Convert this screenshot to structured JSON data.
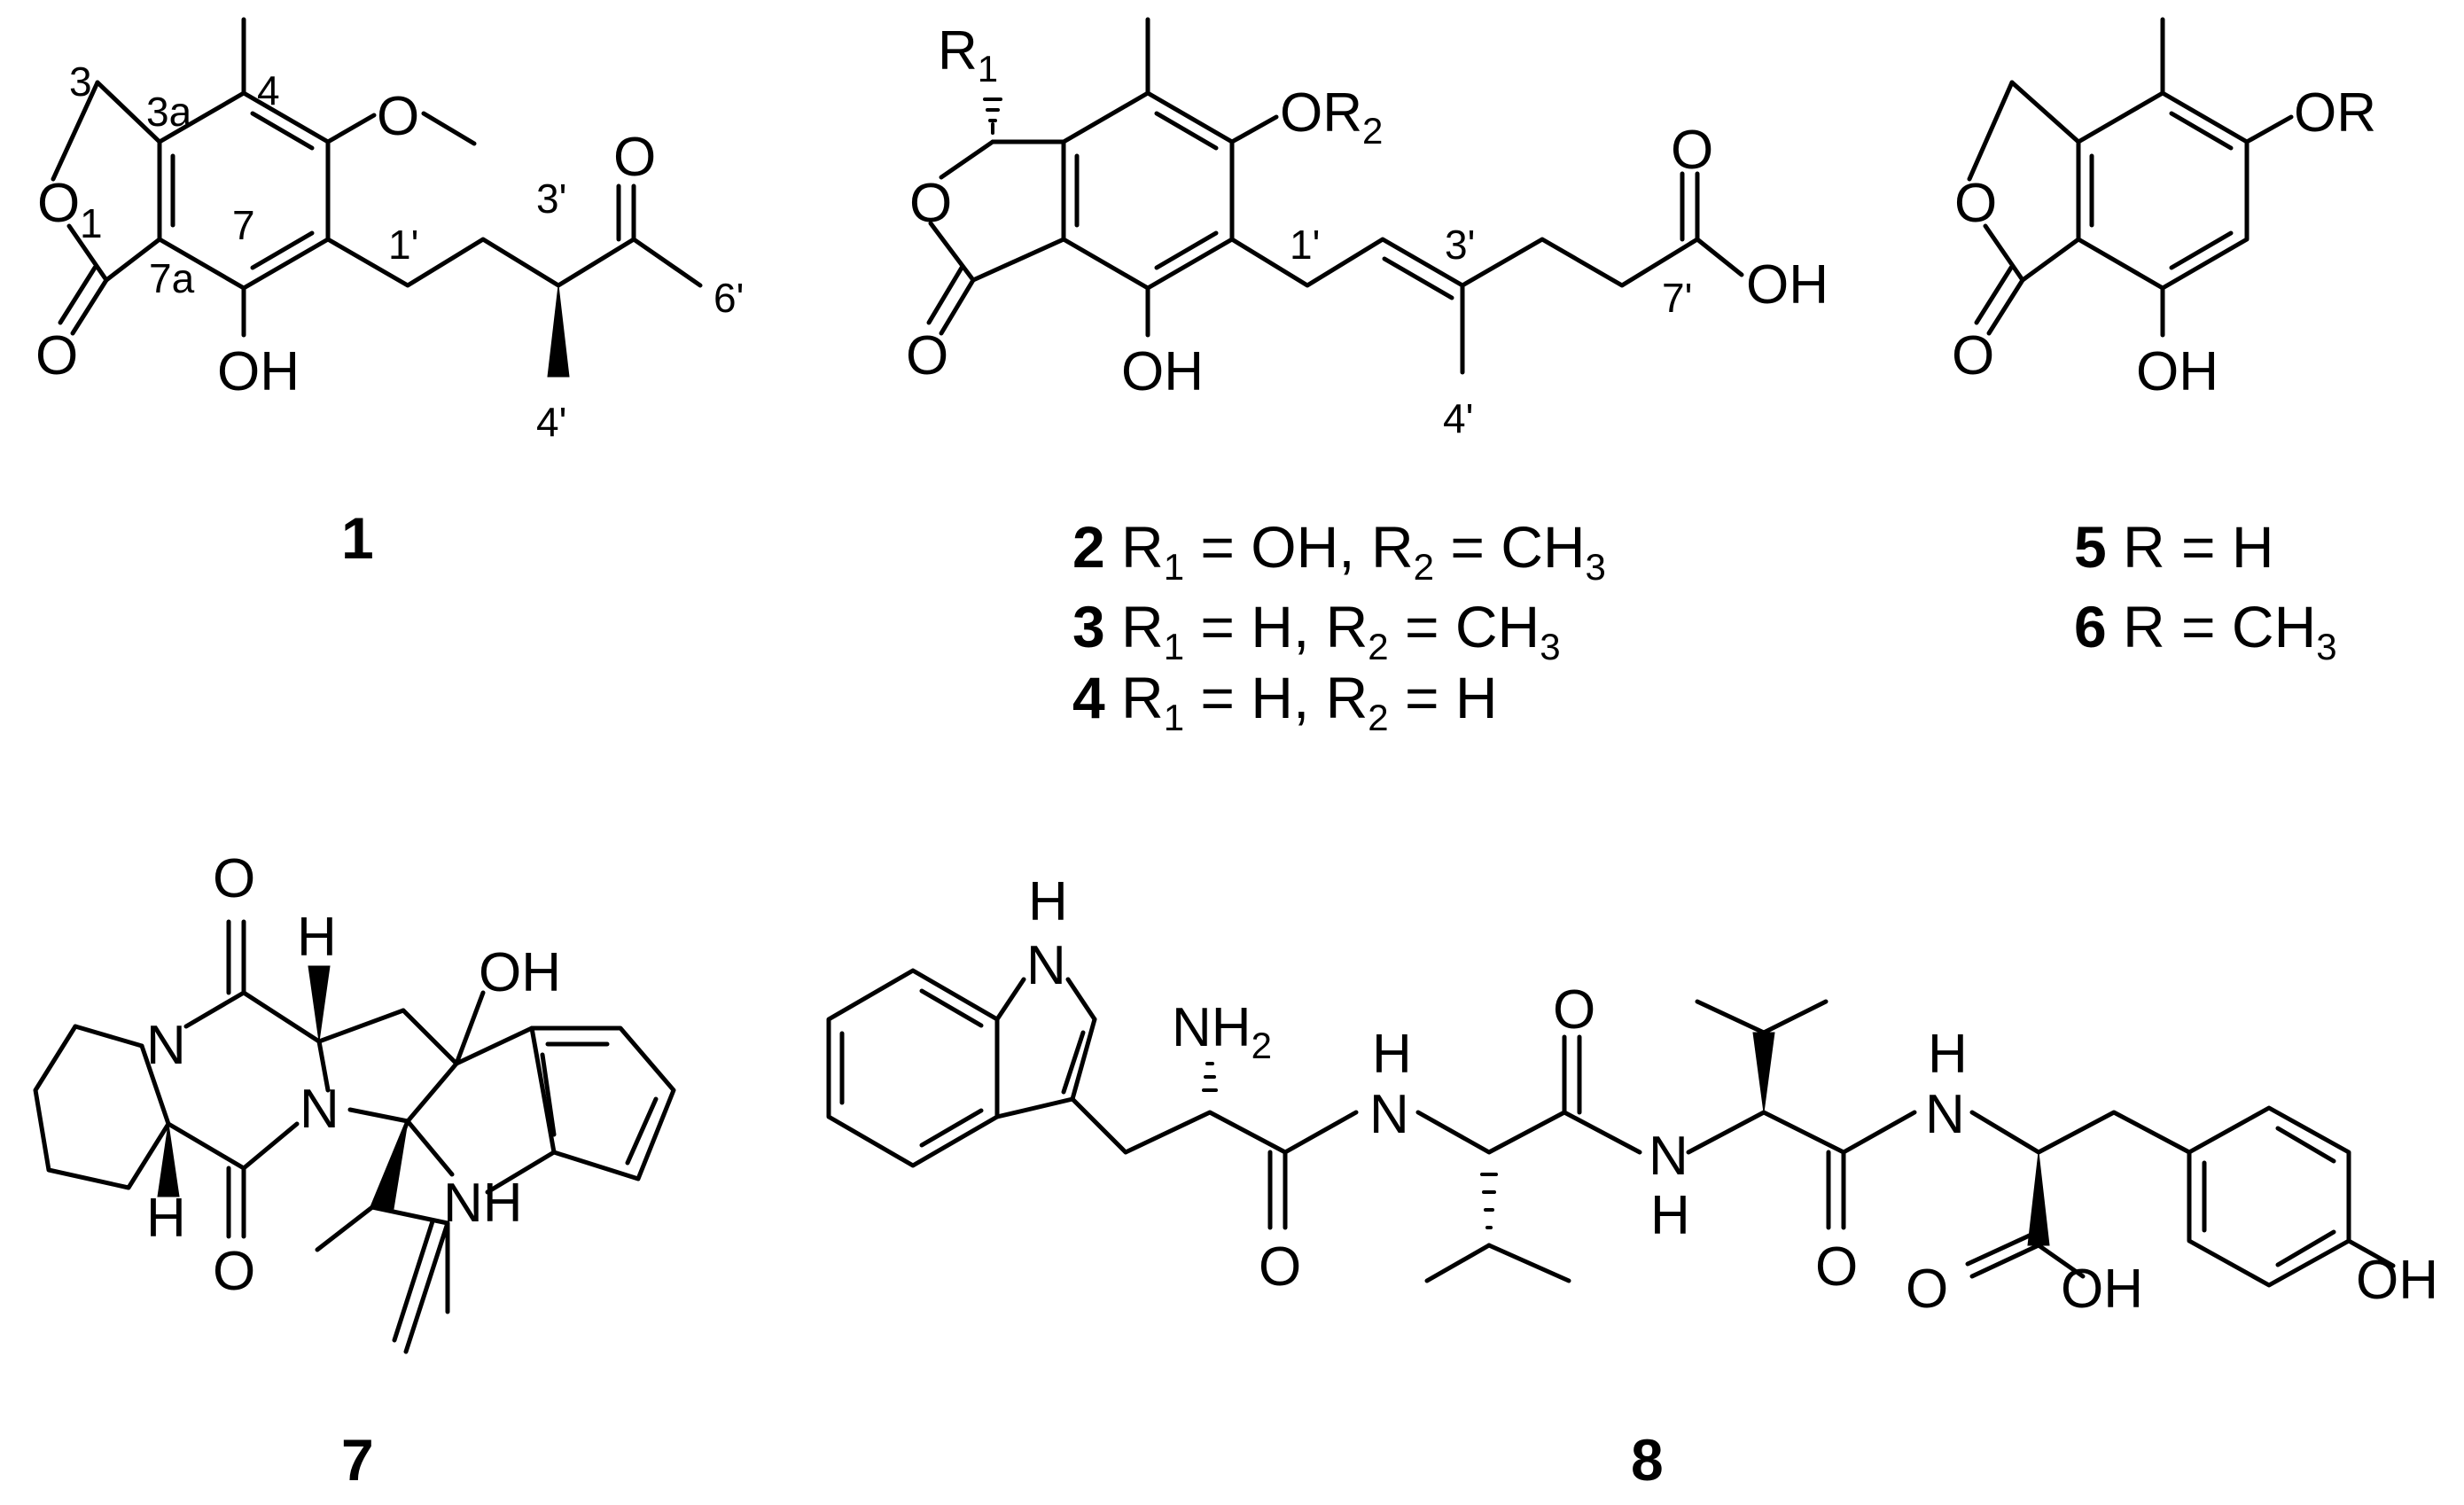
{
  "compounds": [
    {
      "id": "1",
      "labels": [],
      "atoms": {
        "o_ring": "O",
        "o_carbonyl": "O",
        "o_methoxy": "O",
        "oh": "OH",
        "o_ketone": "O"
      },
      "locants": [
        "3",
        "3a",
        "4",
        "1",
        "7",
        "7a",
        "1'",
        "3'",
        "6'",
        "4'"
      ]
    },
    {
      "id": "2",
      "r1": "R",
      "r1_sub": "1",
      "r2": "OR",
      "r2_sub": "2",
      "atoms": {
        "o_ring": "O",
        "o_carbonyl": "O",
        "oh": "OH",
        "o_acid": "O",
        "oh_acid": "OH"
      },
      "locants": [
        "1'",
        "3'",
        "7'",
        "4'"
      ]
    },
    {
      "id": "5",
      "atoms": {
        "o_ring": "O",
        "o_carbonyl": "O",
        "or": "OR",
        "oh": "OH"
      }
    },
    {
      "id": "7",
      "atoms": {
        "o_top": "O",
        "o_bottom": "O",
        "n_pro": "N",
        "n_center": "N",
        "nh": "NH",
        "h_top": "H",
        "h_bottom": "H",
        "oh": "OH"
      }
    },
    {
      "id": "8",
      "atoms": {
        "nh_indole_h": "H",
        "nh_indole_n": "N",
        "nh2": "NH",
        "nh2_sub": "2",
        "n1": "N",
        "h1": "H",
        "o1": "O",
        "o2": "O",
        "n2": "N",
        "h2": "H",
        "o3": "O",
        "n3": "N",
        "h3": "H",
        "o4": "O",
        "oh4": "OH",
        "oh_phenol": "OH"
      }
    }
  ],
  "captions": {
    "c1": "1",
    "c2": {
      "num": "2",
      "text_a": " R",
      "sub_a": "1",
      "text_b": " = OH, R",
      "sub_b": "2",
      "text_c": " = CH",
      "sub_c": "3"
    },
    "c3": {
      "num": "3",
      "text_a": " R",
      "sub_a": "1",
      "text_b": " = H, R",
      "sub_b": "2",
      "text_c": " = CH",
      "sub_c": "3"
    },
    "c4": {
      "num": "4",
      "text_a": " R",
      "sub_a": "1",
      "text_b": " = H, R",
      "sub_b": "2",
      "text_c": " = H"
    },
    "c5": {
      "num": "5",
      "text": " R = H"
    },
    "c6": {
      "num": "6",
      "text": " R = CH",
      "sub": "3"
    },
    "c7": "7",
    "c8": "8"
  }
}
